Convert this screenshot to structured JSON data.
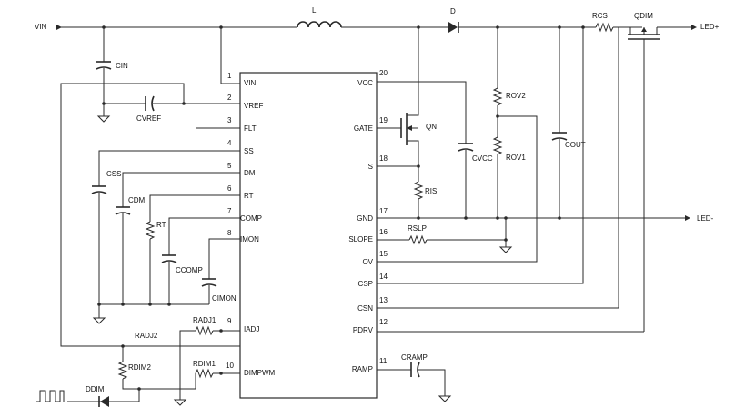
{
  "nets": {
    "vin": "VIN",
    "led_plus": "LED+",
    "led_minus": "LED-"
  },
  "left_pins": [
    {
      "num": "1",
      "name": "VIN"
    },
    {
      "num": "2",
      "name": "VREF"
    },
    {
      "num": "3",
      "name": "FLT"
    },
    {
      "num": "4",
      "name": "SS"
    },
    {
      "num": "5",
      "name": "DM"
    },
    {
      "num": "6",
      "name": "RT"
    },
    {
      "num": "7",
      "name": "COMP"
    },
    {
      "num": "8",
      "name": "IMON"
    },
    {
      "num": "9",
      "name": "IADJ"
    },
    {
      "num": "10",
      "name": "DIMPWM"
    }
  ],
  "right_pins": [
    {
      "num": "20",
      "name": "VCC"
    },
    {
      "num": "19",
      "name": "GATE"
    },
    {
      "num": "18",
      "name": "IS"
    },
    {
      "num": "17",
      "name": "GND"
    },
    {
      "num": "16",
      "name": "SLOPE"
    },
    {
      "num": "15",
      "name": "OV"
    },
    {
      "num": "14",
      "name": "CSP"
    },
    {
      "num": "13",
      "name": "CSN"
    },
    {
      "num": "12",
      "name": "PDRV"
    },
    {
      "num": "11",
      "name": "RAMP"
    }
  ],
  "components": {
    "inductor": "L",
    "diode": "D",
    "rcs": "RCS",
    "qdim": "QDIM",
    "cin": "CIN",
    "cvref": "CVREF",
    "css": "CSS",
    "cdm": "CDM",
    "rt": "RT",
    "ccomp": "CCOMP",
    "cimon": "CIMON",
    "radj1": "RADJ1",
    "radj2": "RADJ2",
    "rdim1": "RDIM1",
    "rdim2": "RDIM2",
    "ddim": "DDIM",
    "qn": "QN",
    "ris": "RIS",
    "cvcc": "CVCC",
    "rov2": "ROV2",
    "rov1": "ROV1",
    "cout": "COUT",
    "rslp": "RSLP",
    "cramp": "CRAMP"
  }
}
